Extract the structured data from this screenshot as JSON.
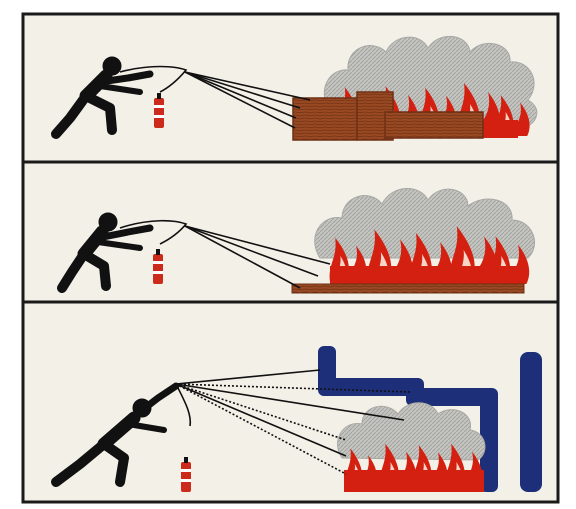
{
  "colors": {
    "background": "#ffffff",
    "panel": "#f3f0e8",
    "border": "#1a1a1a",
    "figure": "#111111",
    "extinguisher_red": "#cc2a1a",
    "flame_red": "#d42010",
    "flame_light": "#f7d6c8",
    "smoke": "#b9b9b6",
    "wood": "#9a4a22",
    "wood_dark": "#6e3014",
    "pipe_blue": "#1e2f7a"
  },
  "panels": [
    {
      "id": "panel-top",
      "scene": "burning-wood-crates",
      "icons": [
        "operator-figure-icon",
        "extinguisher-icon",
        "spray-lines-icon",
        "wood-crates-icon",
        "flames-icon",
        "smoke-icon"
      ]
    },
    {
      "id": "panel-middle",
      "scene": "burning-flat-surface",
      "icons": [
        "operator-figure-icon",
        "extinguisher-icon",
        "spray-lines-icon",
        "wood-plank-icon",
        "flames-icon",
        "smoke-icon"
      ]
    },
    {
      "id": "panel-bottom",
      "scene": "burning-pipes",
      "icons": [
        "operator-figure-icon",
        "extinguisher-icon",
        "spray-lines-icon",
        "pipe-icon",
        "flames-icon",
        "smoke-icon"
      ]
    }
  ]
}
